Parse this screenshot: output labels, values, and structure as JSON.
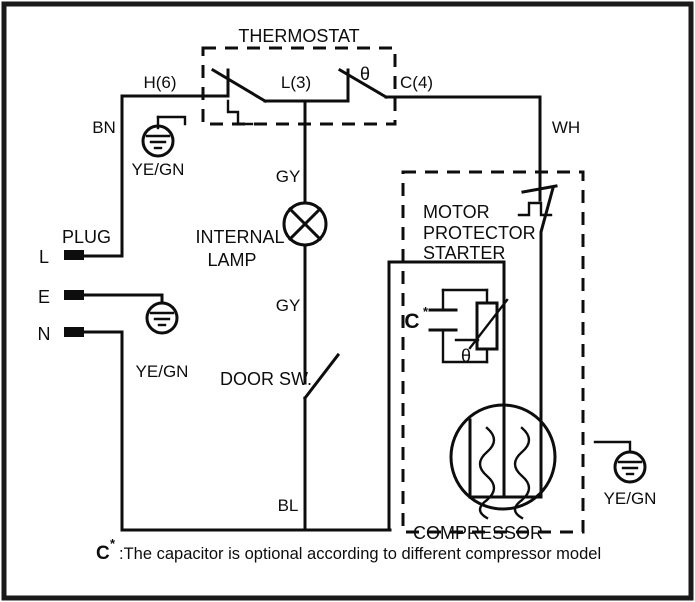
{
  "diagram": {
    "title": "Refrigerator wiring diagram",
    "frame_color": "#1a1a1a",
    "line_color": "#0d0d0d",
    "background": "#ffffff"
  },
  "groups": {
    "thermostat": {
      "label": "THERMOSTAT",
      "terminal_h": "H(6)",
      "terminal_l": "L(3)",
      "terminal_c": "C(4)",
      "theta_symbol": "θ"
    },
    "motor_protector": {
      "line1": "MOTOR",
      "line2": "PROTECTOR",
      "line3": "STARTER",
      "capacitor_label": "C",
      "capacitor_star": "*",
      "theta_symbol": "θ"
    },
    "compressor": {
      "label": "COMPRESSOR"
    }
  },
  "components": {
    "internal_lamp": {
      "line1": "INTERNAL",
      "line2": "LAMP"
    },
    "door_switch": {
      "label": "DOOR SW."
    },
    "plug": {
      "label": "PLUG",
      "terminals": [
        {
          "name": "L"
        },
        {
          "name": "E"
        },
        {
          "name": "N"
        }
      ]
    }
  },
  "earth_symbols": [
    {
      "id": "earth-left-top",
      "label": "YE/GN"
    },
    {
      "id": "earth-left-bottom",
      "label": "YE/GN"
    },
    {
      "id": "earth-right",
      "label": "YE/GN"
    }
  ],
  "wire_labels": [
    {
      "id": "wire-bn",
      "text": "BN"
    },
    {
      "id": "wire-wh",
      "text": "WH"
    },
    {
      "id": "wire-gy-upper",
      "text": "GY"
    },
    {
      "id": "wire-gy-lower",
      "text": "GY"
    },
    {
      "id": "wire-bl",
      "text": "BL"
    }
  ],
  "caption": {
    "symbol": "C",
    "star": "*",
    "text": ":The capacitor is optional according to different compressor model"
  }
}
